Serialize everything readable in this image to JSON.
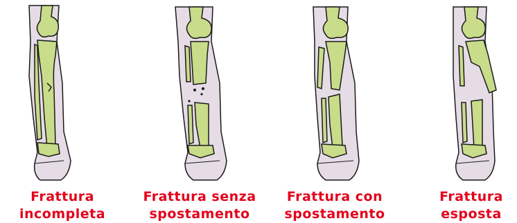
{
  "figure": {
    "colors": {
      "caption": "#e4001b",
      "skin": "#e6dce6",
      "bone": "#c8dc8a",
      "outline": "#1a1a1a"
    },
    "panels": [
      {
        "id": "incomplete",
        "label_line1": "Frattura",
        "label_line2": "incompleta",
        "icon": "leg-incomplete-fracture-icon"
      },
      {
        "id": "nondisplaced",
        "label_line1": "Frattura senza",
        "label_line2": "spostamento",
        "icon": "leg-nondisplaced-fracture-icon"
      },
      {
        "id": "displaced",
        "label_line1": "Frattura con",
        "label_line2": "spostamento",
        "icon": "leg-displaced-fracture-icon"
      },
      {
        "id": "open",
        "label_line1": "Frattura",
        "label_line2": "esposta",
        "icon": "leg-open-fracture-icon"
      }
    ]
  }
}
